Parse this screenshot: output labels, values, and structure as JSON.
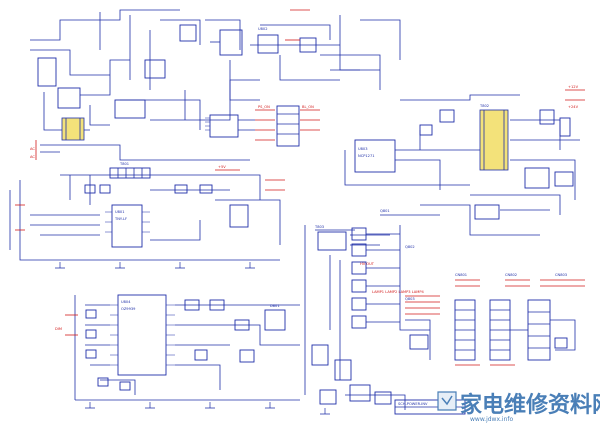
{
  "labels": {
    "ic_left_main": "U801",
    "ic_left_part": "TNY-LF",
    "ic_bottom_main": "U804",
    "ic_bottom_part": "OZ9939",
    "ic_right_main": "U803",
    "ic_right_part": "NCP1271",
    "ic_top_mid": "U802",
    "rail_5v": "+5V",
    "rail_12v": "+12V",
    "rail_24v": "+24V",
    "pwr_on": "PS_ON",
    "bl_on": "BL_ON",
    "dim": "DIM",
    "t1": "T801",
    "t2": "T802",
    "t3": "T803",
    "hv_out": "HV OUT",
    "lamp_label": "LAMP1 LAMP2 LAMP3 LAMP4",
    "cn1": "CN801",
    "cn2": "CN802",
    "cn3": "CN803",
    "q1": "Q801",
    "q2": "Q802",
    "q3": "Q803",
    "d1": "D801",
    "title_block": "SCH-POWER-INV"
  },
  "watermark": {
    "text": "家电维修资料网",
    "sub": "www.jdwx.info"
  },
  "colors": {
    "wire": "#1f2fa8",
    "accent": "#d21a1a",
    "transformer": "#f3e27a",
    "watermark": "#4a7fb7"
  }
}
